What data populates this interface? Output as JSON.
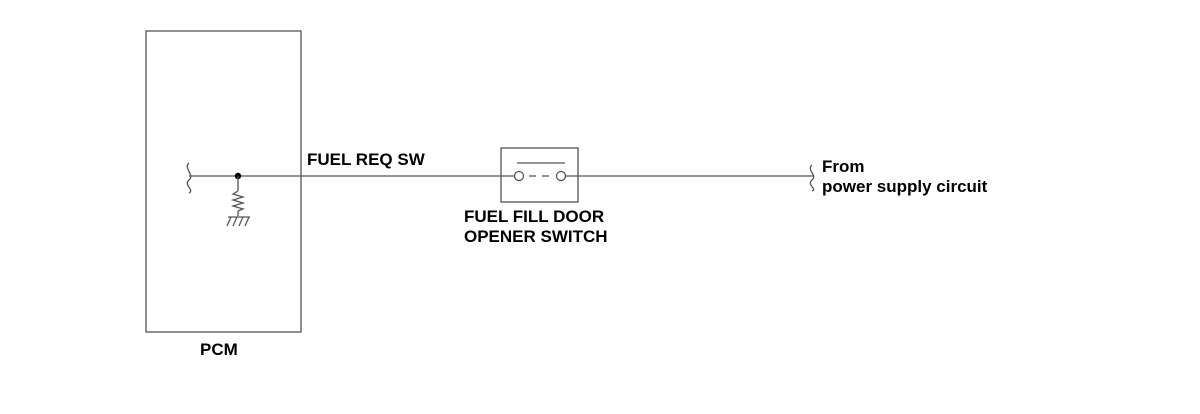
{
  "labels": {
    "pcm": "PCM",
    "signal": "FUEL REQ SW",
    "switch_line1": "FUEL FILL DOOR",
    "switch_line2": "OPENER SWITCH",
    "from_line1": "From",
    "from_line2": "power supply circuit"
  },
  "components": {
    "pcm_box": "pcm-box",
    "pull_down_resistor": "resistor-icon",
    "ground": "ground-icon",
    "switch": "switch-icon"
  },
  "colors": {
    "line": "#555555",
    "text": "#000000"
  }
}
